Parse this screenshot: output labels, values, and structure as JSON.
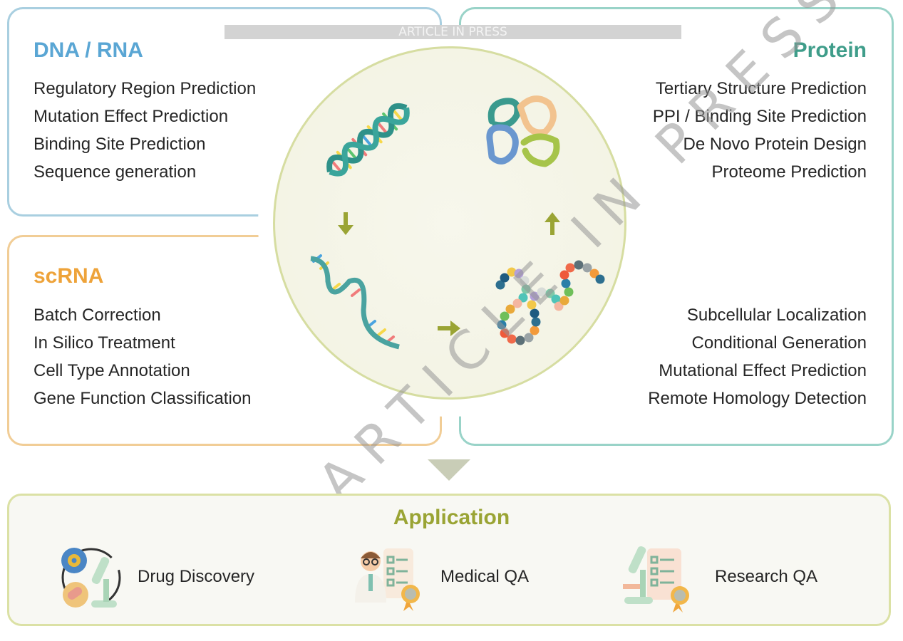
{
  "banner": "ARTICLE IN PRESS",
  "watermark": "ARTICLE IN PRESS",
  "panels": {
    "dna_rna": {
      "title": "DNA / RNA",
      "color": "#5aa6d4",
      "items": [
        "Regulatory Region Prediction",
        "Mutation Effect Prediction",
        "Binding Site Prediction",
        "Sequence generation"
      ]
    },
    "protein": {
      "title": "Protein",
      "color": "#3f9d8a",
      "items_top": [
        "Tertiary Structure Prediction",
        "PPI / Binding Site Prediction",
        "De Novo Protein Design",
        "Proteome Prediction"
      ],
      "items_bottom": [
        "Subcellular Localization",
        "Conditional Generation",
        "Mutational Effect Prediction",
        "Remote Homology Detection"
      ]
    },
    "scrna": {
      "title": "scRNA",
      "color": "#eea33a",
      "items": [
        "Batch Correction",
        "In Silico Treatment",
        "Cell Type Annotation",
        "Gene Function Classification"
      ]
    }
  },
  "cycle": {
    "icons": [
      "dna-double-helix-icon",
      "protein-structure-icon",
      "rna-strand-icon",
      "amino-acid-chain-icon"
    ]
  },
  "application": {
    "title": "Application",
    "color": "#9aa434",
    "items": [
      {
        "label": "Drug Discovery",
        "icon": "drug-discovery-icon"
      },
      {
        "label": "Medical QA",
        "icon": "doctor-icon"
      },
      {
        "label": "Research QA",
        "icon": "microscope-checklist-icon"
      }
    ]
  }
}
